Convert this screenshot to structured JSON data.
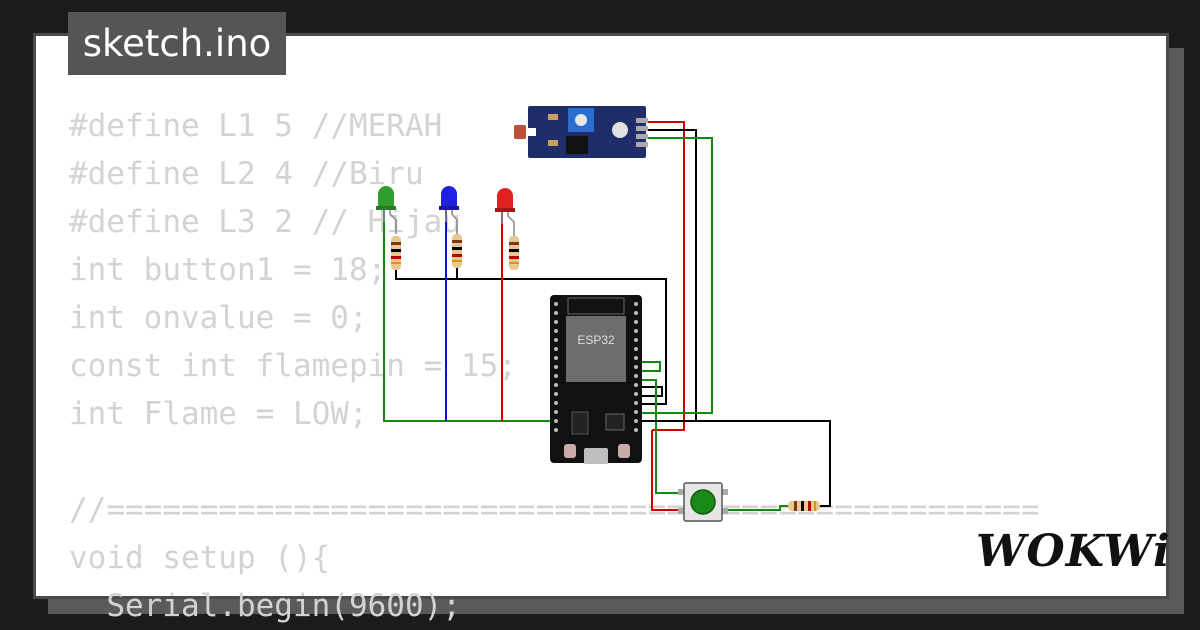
{
  "title": "sketch.ino",
  "brand": "WOKWi",
  "code_lines": [
    "#define L1 5 //MERAH",
    "#define L2 4 //Biru",
    "#define L3 2 // Hijau",
    "int button1 = 18;",
    "int onvalue = 0;",
    "const int flamepin = 15;",
    "int Flame = LOW;",
    "",
    "//==================================================",
    "void setup (){",
    "  Serial.begin(9600);"
  ],
  "board": {
    "label": "ESP32"
  },
  "colors": {
    "background": "#1b1b1b",
    "card": "#ffffff",
    "code_text": "#d3d3d3",
    "badge": "#555555",
    "wire_red": "#d00000",
    "wire_green": "#138a13",
    "wire_blue": "#1010d0",
    "wire_black": "#000000",
    "led_green": "#2e9e2e",
    "led_blue": "#2020e0",
    "led_red": "#e02020",
    "sensor_board": "#1f2d6b",
    "button_cap": "#1a8a1a"
  },
  "icons": [
    "flame-sensor-module",
    "led-green",
    "led-blue",
    "led-red",
    "resistor",
    "esp32-board",
    "pushbutton"
  ]
}
